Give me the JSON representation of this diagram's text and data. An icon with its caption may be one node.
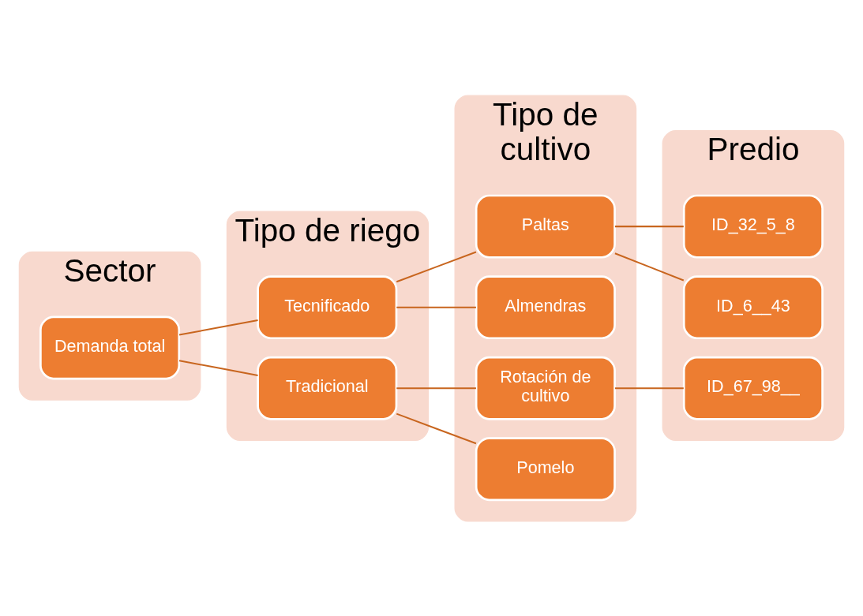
{
  "diagram": {
    "nodes": [
      {
        "text": [
          "Sector"
        ]
      },
      {
        "text": [
          "Tipo de riego"
        ]
      },
      {
        "text": [
          "Tipo de cultivo"
        ]
      },
      {
        "text": [
          "Predio"
        ]
      },
      {
        "text": [
          "Demanda total"
        ],
        "in": 0
      },
      {
        "text": [
          "Tecnificado"
        ],
        "in": 1
      },
      {
        "text": [
          "Tradicional"
        ],
        "in": 1
      },
      {
        "text": [
          "Paltas"
        ],
        "in": 2
      },
      {
        "text": [
          "Almendras"
        ],
        "in": 2
      },
      {
        "text": [
          "Rotación de cultivo"
        ],
        "in": 2
      },
      {
        "text": [
          "Pomelo"
        ],
        "in": 2
      },
      {
        "text": [
          "ID_32_5_8"
        ],
        "in": 3
      },
      {
        "text": [
          "ID_6__43"
        ],
        "in": 3
      },
      {
        "text": [
          "ID_67_98__"
        ],
        "in": 3
      }
    ],
    "edges": [
      {
        "from": 4,
        "to": 5,
        "arrow": "none"
      },
      {
        "from": 4,
        "to": 6,
        "arrow": "none"
      },
      {
        "from": 5,
        "to": 7,
        "arrow": "none"
      },
      {
        "from": 5,
        "to": 8,
        "arrow": "none"
      },
      {
        "from": 6,
        "to": 9,
        "arrow": "none"
      },
      {
        "from": 6,
        "to": 10,
        "arrow": "none"
      },
      {
        "from": 7,
        "to": 11,
        "arrow": "none"
      },
      {
        "from": 7,
        "to": 12,
        "arrow": "none"
      },
      {
        "from": 9,
        "to": 13,
        "arrow": "none"
      }
    ]
  }
}
